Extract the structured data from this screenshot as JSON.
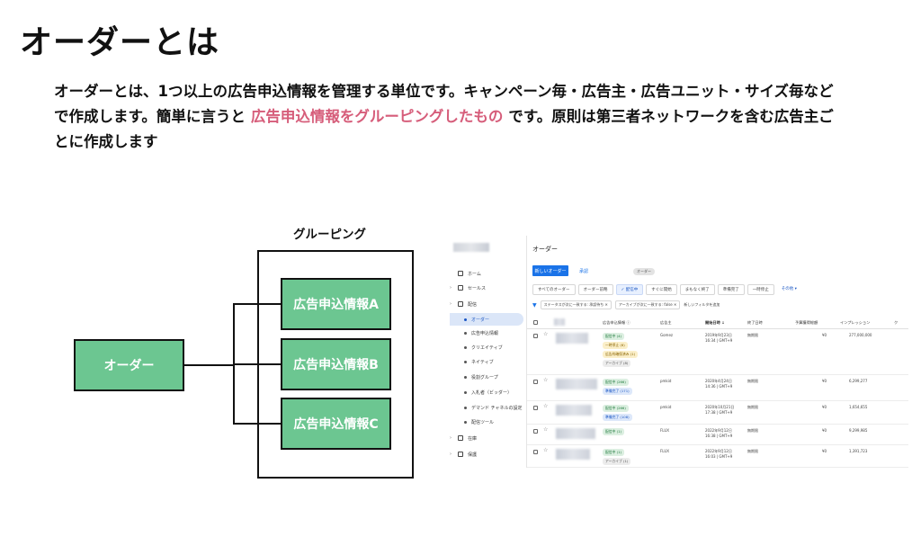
{
  "slide": {
    "title": "オーダーとは",
    "desc_pre": "オーダーとは、1つ以上の広告申込情報を管理する単位です。キャンペーン毎・広告主・広告ユニット・サイズ毎などで作成します。簡単に言うと",
    "desc_highlight": "広告申込情報をグルーピングしたもの",
    "desc_post": "です。原則は第三者ネットワークを含む広告主ごとに作成します",
    "highlight_color": "#d65d7a"
  },
  "diagram": {
    "group_label": "グルーピング",
    "order_label": "オーダー",
    "line_items": [
      "広告申込情報A",
      "広告申込情報B",
      "広告申込情報C"
    ],
    "box_color": "#6cc691"
  },
  "screenshot": {
    "sidebar": [
      {
        "label": "ホーム",
        "icon": "home-icon"
      },
      {
        "label": "セールス",
        "icon": "cart-icon"
      },
      {
        "label": "配信",
        "icon": "truck-icon"
      },
      {
        "label": "オーダー",
        "active": true
      },
      {
        "label": "広告申込情報"
      },
      {
        "label": "クリエイティブ"
      },
      {
        "label": "ネイティブ"
      },
      {
        "label": "役割グループ"
      },
      {
        "label": "入札者（ビッダー）"
      },
      {
        "label": "デマンド チャネルの設定"
      },
      {
        "label": "配信ツール"
      },
      {
        "label": "在庫",
        "icon": "inventory-icon"
      },
      {
        "label": "保護",
        "icon": "shield-icon"
      }
    ],
    "title": "オーダー",
    "new_button": "新しいオーダー",
    "pending_link": "承認",
    "badge": "オーダー",
    "tabs": [
      "すべてのオーダー",
      "オーダー前略",
      "配信中",
      "すぐに開始",
      "まもなく終了",
      "準備完了",
      "一時停止",
      "その他"
    ],
    "filters": [
      "ステータスが次に一致する: 承認待ち",
      "アーカイブが次に一致する: false"
    ],
    "filter_add": "新しいフィルタを追加",
    "columns": [
      "広告申込情報",
      "広告主",
      "開始日時",
      "終了日時",
      "予算獲得総額",
      "インプレッション",
      "ク"
    ],
    "rows": [
      {
        "statuses": [
          {
            "text": "配信中 (4)",
            "c": "green"
          },
          {
            "text": "一時停止 (6)",
            "c": "yellow"
          },
          {
            "text": "広告枠確保済み (1)",
            "c": "yellow"
          },
          {
            "text": "アーカイブ (8)",
            "c": "gray"
          }
        ],
        "advertiser": "Gomez",
        "start": "2019年9月23日\n16:34 | GMT+9",
        "end": "無期限",
        "budget": "¥0",
        "impressions": "277,000,000"
      },
      {
        "statuses": [
          {
            "text": "配信中 (266)",
            "c": "green"
          },
          {
            "text": "準備完了 (171)",
            "c": "blue"
          }
        ],
        "advertiser": "pmkid",
        "start": "2020年4月24日\n14:36 | GMT+9",
        "end": "無期限",
        "budget": "¥0",
        "impressions": "6,299,277"
      },
      {
        "statuses": [
          {
            "text": "配信中 (266)",
            "c": "green"
          },
          {
            "text": "準備完了 (108)",
            "c": "blue"
          }
        ],
        "advertiser": "pmkid",
        "start": "2020年10月21日\n17:38 | GMT+9",
        "end": "無期限",
        "budget": "¥0",
        "impressions": "1,654,655"
      },
      {
        "statuses": [
          {
            "text": "配信中 (1)",
            "c": "green"
          }
        ],
        "advertiser": "FLUX",
        "start": "2022年9月12日\n16:38 | GMT+9",
        "end": "無期限",
        "budget": "¥0",
        "impressions": "9,299,985"
      },
      {
        "statuses": [
          {
            "text": "配信中 (1)",
            "c": "green"
          },
          {
            "text": "アーカイブ (1)",
            "c": "gray"
          }
        ],
        "advertiser": "FLUX",
        "start": "2022年9月12日\n16:03 | GMT+9",
        "end": "無期限",
        "budget": "¥0",
        "impressions": "1,391,723"
      }
    ]
  }
}
